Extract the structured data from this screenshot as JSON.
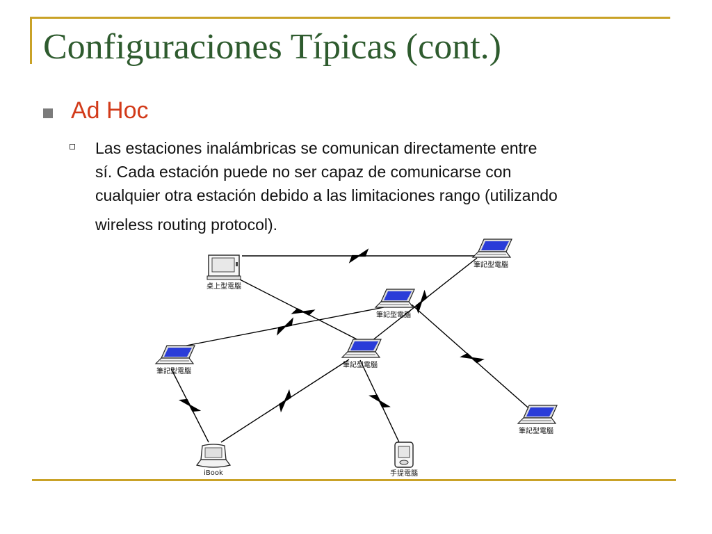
{
  "slide": {
    "title": "Configuraciones Típicas (cont.)",
    "heading": "Ad Hoc",
    "paragraph_lines": [
      "Las estaciones inalámbricas se comunican directamente entre",
      "sí. Cada estación puede no ser capaz de comunicarse con",
      "cualquier otra estación debido a las limitaciones rango (utilizando",
      "wireless routing protocol)."
    ]
  },
  "diagram": {
    "nodes": [
      {
        "id": "desktop",
        "type": "desktop",
        "label": "桌上型電腦"
      },
      {
        "id": "laptop-top-right",
        "type": "laptop",
        "label": "筆記型電腦"
      },
      {
        "id": "laptop-center-upper",
        "type": "laptop",
        "label": "筆記型電腦"
      },
      {
        "id": "laptop-left",
        "type": "laptop",
        "label": "筆記型電腦"
      },
      {
        "id": "laptop-center",
        "type": "laptop",
        "label": "筆記型電腦"
      },
      {
        "id": "laptop-right",
        "type": "laptop",
        "label": "筆記型電腦"
      },
      {
        "id": "ibook",
        "type": "ibook",
        "label": "iBook"
      },
      {
        "id": "pda",
        "type": "pda",
        "label": "手提電腦"
      }
    ],
    "links": [
      {
        "from": "desktop",
        "to": "laptop-top-right"
      },
      {
        "from": "desktop",
        "to": "laptop-center"
      },
      {
        "from": "laptop-top-right",
        "to": "laptop-center"
      },
      {
        "from": "laptop-center-upper",
        "to": "laptop-left"
      },
      {
        "from": "laptop-center-upper",
        "to": "laptop-right"
      },
      {
        "from": "laptop-left",
        "to": "ibook"
      },
      {
        "from": "laptop-center",
        "to": "ibook"
      },
      {
        "from": "laptop-center",
        "to": "pda"
      }
    ],
    "colors": {
      "screen": "#2a3cd8",
      "frame": "#c9a227",
      "title": "#2e5b2e",
      "heading": "#d23a19"
    }
  }
}
